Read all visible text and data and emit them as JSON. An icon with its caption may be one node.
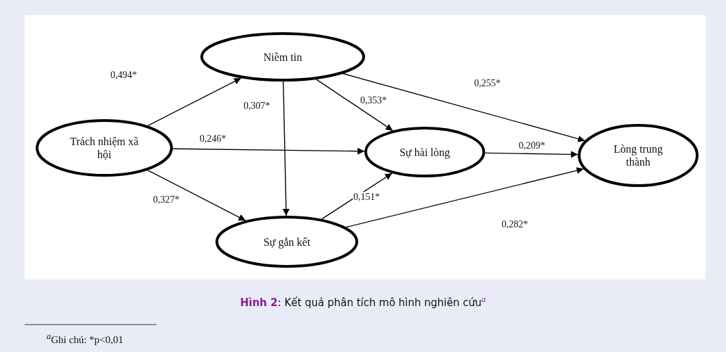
{
  "diagram": {
    "caption": "**Hình 2**: Kết quả phân tích mô hình nghiên cứu$^{a}$",
    "nodes": [
      {
        "text": [
          "Trách nhiệm xã hội"
        ]
      },
      {
        "text": [
          "Niềm tin"
        ]
      },
      {
        "text": [
          "Sự hài lòng"
        ]
      },
      {
        "text": [
          "Sự gắn kết"
        ]
      },
      {
        "text": [
          "Lòng trung thành"
        ]
      }
    ],
    "edges": [
      {
        "from": 0,
        "to": 1,
        "arrow": "to",
        "label": "0,494*"
      },
      {
        "from": 0,
        "to": 2,
        "arrow": "to",
        "label": "0,246*"
      },
      {
        "from": 0,
        "to": 3,
        "arrow": "to",
        "label": "0,327*"
      },
      {
        "from": 1,
        "to": 3,
        "arrow": "to",
        "label": "0,307*"
      },
      {
        "from": 1,
        "to": 2,
        "arrow": "to",
        "label": "0,353*"
      },
      {
        "from": 1,
        "to": 4,
        "arrow": "to",
        "label": "0,255*"
      },
      {
        "from": 2,
        "to": 4,
        "arrow": "to",
        "label": "0,209*"
      },
      {
        "from": 3,
        "to": 2,
        "arrow": "to",
        "label": "0,151*"
      },
      {
        "from": 3,
        "to": 4,
        "arrow": "to",
        "label": "0,282*"
      }
    ],
    "labels": [
      "$^{a}$Ghi chú: *p<0,01"
    ]
  }
}
